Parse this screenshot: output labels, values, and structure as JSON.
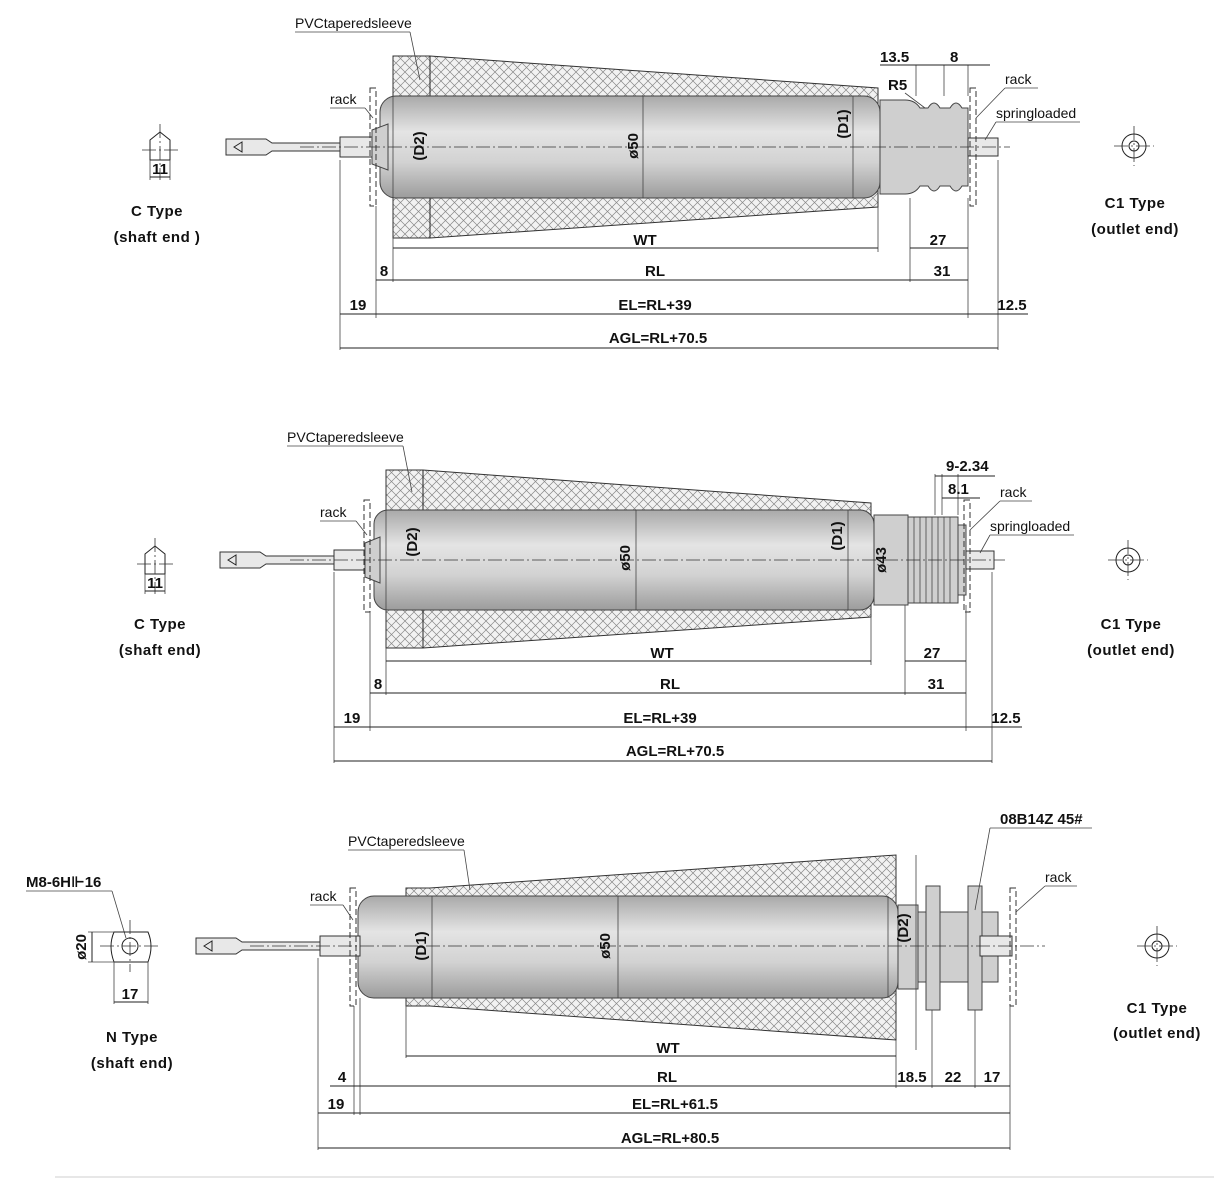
{
  "top": {
    "sleeve_label": "PVCtaperedsleeve",
    "rack_left": "rack",
    "rack_right": "rack",
    "spring": "springloaded",
    "d2": "(D2)",
    "d1": "(D1)",
    "dia": "ø50",
    "dim_13_5": "13.5",
    "dim_8_top": "8",
    "r5": "R5",
    "wt": "WT",
    "d27": "27",
    "d8": "8",
    "rl": "RL",
    "d31": "31",
    "d19": "19",
    "el": "EL=RL+39",
    "d12_5": "12.5",
    "agl": "AGL=RL+70.5",
    "left_num": "11",
    "left_type": "C Type",
    "left_sub": "(shaft end )",
    "right_type": "C1 Type",
    "right_sub": "(outlet end)"
  },
  "middle": {
    "sleeve_label": "PVCtaperedsleeve",
    "rack_left": "rack",
    "rack_right": "rack",
    "spring": "springloaded",
    "d2": "(D2)",
    "d1": "(D1)",
    "dia": "ø50",
    "dia43": "ø43",
    "dim_9_2_34": "9-2.34",
    "dim_8_1": "8.1",
    "wt": "WT",
    "d27": "27",
    "d8": "8",
    "rl": "RL",
    "d31": "31",
    "d19": "19",
    "el": "EL=RL+39",
    "d12_5": "12.5",
    "agl": "AGL=RL+70.5",
    "left_num": "11",
    "left_type": "C Type",
    "left_sub": "(shaft end)",
    "right_type": "C1 Type",
    "right_sub": "(outlet end)"
  },
  "bottom": {
    "sleeve_label": "PVCtaperedsleeve",
    "rack_left": "rack",
    "rack_right": "rack",
    "sprocket": "08B14Z 45#",
    "thread": "M8-6H⊩16",
    "d1": "(D1)",
    "d2": "(D2)",
    "dia": "ø50",
    "dia20": "ø20",
    "d17_left": "17",
    "wt": "WT",
    "d4": "4",
    "rl": "RL",
    "d18_5": "18.5",
    "d22": "22",
    "d17": "17",
    "d19": "19",
    "el": "EL=RL+61.5",
    "agl": "AGL=RL+80.5",
    "left_type": "N Type",
    "left_sub": "(shaft end)",
    "right_type": "C1 Type",
    "right_sub": "(outlet end)"
  }
}
